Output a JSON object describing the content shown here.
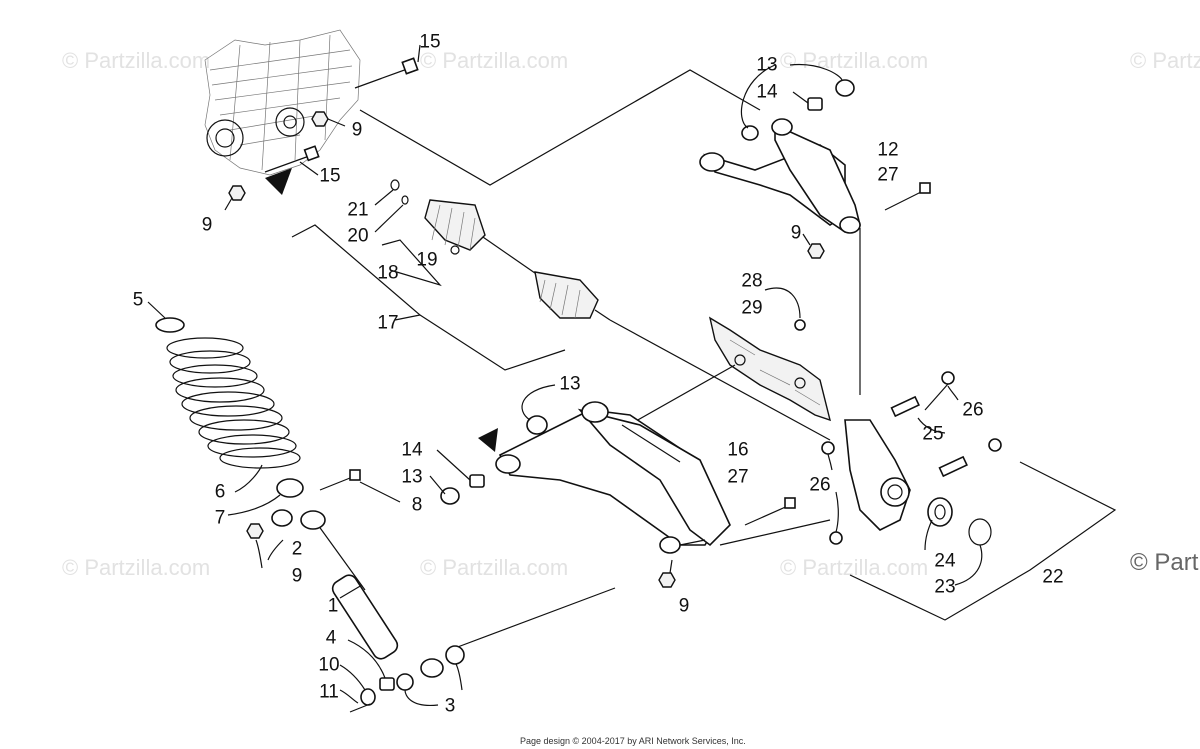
{
  "watermark": {
    "text": "© Partzilla.com",
    "edge_text": "© Part"
  },
  "footer": {
    "text": "Page design © 2004-2017 by ARI Network Services, Inc."
  },
  "callouts": {
    "c15a": "15",
    "c15b": "15",
    "c9a": "9",
    "c9b": "9",
    "c13a": "13",
    "c14a": "14",
    "c12": "12",
    "c27a": "27",
    "c9c": "9",
    "c21": "21",
    "c20": "20",
    "c19": "19",
    "c18": "18",
    "c17": "17",
    "c28": "28",
    "c29": "29",
    "c5": "5",
    "c13b": "13",
    "c14b": "14",
    "c13c": "13",
    "c16": "16",
    "c27b": "27",
    "c26a": "26",
    "c25": "25",
    "c26b": "26",
    "c6": "6",
    "c7": "7",
    "c8": "8",
    "c2": "2",
    "c9d": "9",
    "c24": "24",
    "c23": "23",
    "c22": "22",
    "c9e": "9",
    "c1": "1",
    "c4": "4",
    "c10": "10",
    "c11": "11",
    "c3": "3"
  }
}
